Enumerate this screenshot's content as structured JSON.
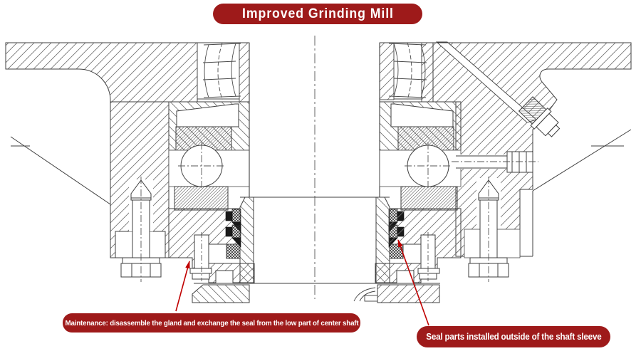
{
  "title": {
    "text": "Improved Grinding Mill"
  },
  "annotations": {
    "maintenance": {
      "text": "Maintenance: disassemble the gland and exchange the seal from the low part of center shaft"
    },
    "seal": {
      "text": "Seal parts installed outside of the shaft sleeve"
    }
  },
  "colors": {
    "label_background": "#9e1a1a",
    "label_text": "#ffffff",
    "arrow": "#c00000",
    "drawing_line": "#3f3f3f",
    "background": "#ffffff"
  }
}
